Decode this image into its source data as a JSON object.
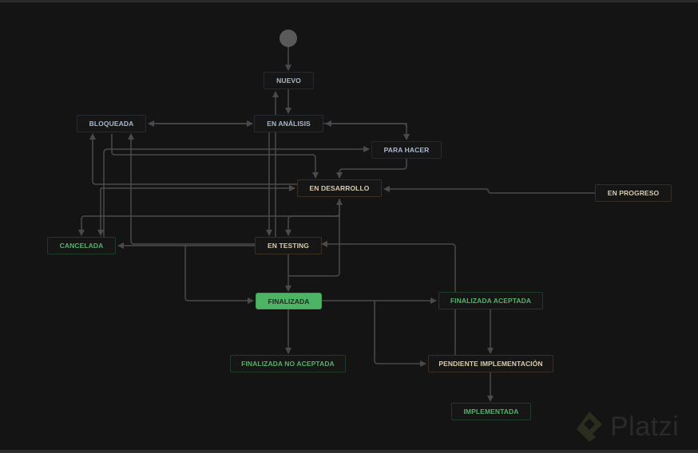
{
  "diagram": {
    "type": "state-machine",
    "start_node": "start",
    "nodes": {
      "nuevo": {
        "label": "NUEVO",
        "style": "blue"
      },
      "en_analisis": {
        "label": "EN ANÁLISIS",
        "style": "blue"
      },
      "bloqueada": {
        "label": "BLOQUEADA",
        "style": "blue"
      },
      "para_hacer": {
        "label": "PARA HACER",
        "style": "blue"
      },
      "en_desarrollo": {
        "label": "EN DESARROLLO",
        "style": "gold"
      },
      "en_progreso": {
        "label": "EN PROGRESO",
        "style": "gold"
      },
      "cancelada": {
        "label": "CANCELADA",
        "style": "green"
      },
      "en_testing": {
        "label": "EN TESTING",
        "style": "gold"
      },
      "finalizada": {
        "label": "FINALIZADA",
        "style": "active"
      },
      "finalizada_aceptada": {
        "label": "FINALIZADA ACEPTADA",
        "style": "green"
      },
      "finalizada_no_aceptada": {
        "label": "FINALIZADA NO ACEPTADA",
        "style": "green"
      },
      "pendiente_implementacion": {
        "label": "PENDIENTE IMPLEMENTACIÓN",
        "style": "gold"
      },
      "implementada": {
        "label": "IMPLEMENTADA",
        "style": "green"
      }
    },
    "transitions": [
      {
        "from": "start",
        "to": "nuevo"
      },
      {
        "from": "nuevo",
        "to": "en_analisis"
      },
      {
        "from": "en_analisis",
        "to": "bloqueada"
      },
      {
        "from": "bloqueada",
        "to": "en_analisis"
      },
      {
        "from": "en_analisis",
        "to": "para_hacer"
      },
      {
        "from": "para_hacer",
        "to": "en_analisis"
      },
      {
        "from": "para_hacer",
        "to": "en_desarrollo"
      },
      {
        "from": "en_progreso",
        "to": "en_desarrollo"
      },
      {
        "from": "en_desarrollo",
        "to": "bloqueada"
      },
      {
        "from": "bloqueada",
        "to": "en_desarrollo"
      },
      {
        "from": "en_testing",
        "to": "bloqueada"
      },
      {
        "from": "bloqueada",
        "to": "para_hacer"
      },
      {
        "from": "en_analisis",
        "to": "en_testing"
      },
      {
        "from": "en_desarrollo",
        "to": "en_testing"
      },
      {
        "from": "en_desarrollo",
        "to": "cancelada"
      },
      {
        "from": "en_testing",
        "to": "cancelada"
      },
      {
        "from": "en_testing",
        "to": "finalizada"
      },
      {
        "from": "finalizada",
        "to": "en_desarrollo"
      },
      {
        "from": "cancelada",
        "to": "finalizada"
      },
      {
        "from": "finalizada",
        "to": "finalizada_aceptada"
      },
      {
        "from": "finalizada",
        "to": "pendiente_implementacion"
      },
      {
        "from": "finalizada",
        "to": "finalizada_no_aceptada"
      },
      {
        "from": "finalizada_aceptada",
        "to": "pendiente_implementacion"
      },
      {
        "from": "pendiente_implementacion",
        "to": "en_testing"
      },
      {
        "from": "pendiente_implementacion",
        "to": "implementada"
      },
      {
        "from": "cancelada",
        "to": "nuevo"
      }
    ]
  },
  "colors": {
    "background": "#141414",
    "edge": "#4a4a4a",
    "blue_text": "#a9b8cc",
    "gold_text": "#d8ccae",
    "green_text": "#58b06c",
    "active_fill": "#4cb464"
  },
  "watermark": {
    "text": "Platzi"
  }
}
